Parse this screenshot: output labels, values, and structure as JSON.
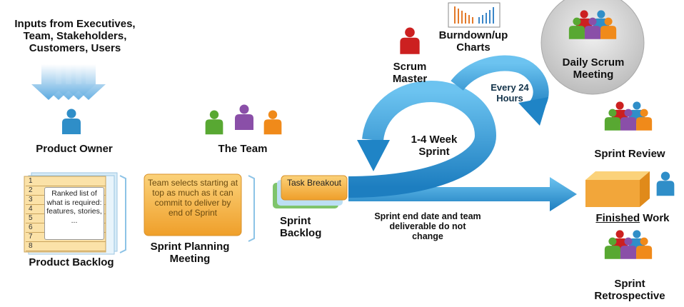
{
  "inputs_label": "Inputs from Executives, Team, Stakeholders, Customers, Users",
  "product_owner": "Product Owner",
  "team": "The Team",
  "scrum_master": "Scrum Master",
  "burndown": "Burndown/up Charts",
  "daily_scrum": "Daily Scrum Meeting",
  "every_24": "Every 24 Hours",
  "sprint_cycle": "1-4 Week Sprint",
  "product_backlog": {
    "title": "Product Backlog",
    "rows": [
      "1",
      "2",
      "3",
      "4",
      "5",
      "6",
      "7",
      "8"
    ],
    "note": "Ranked list of what is required: features, stories, ..."
  },
  "sprint_planning": {
    "note": "Team selects starting at top as much as it can commit to deliver by end of Sprint",
    "title": "Sprint Planning Meeting"
  },
  "task_breakout": "Task Breakout",
  "sprint_backlog": "Sprint Backlog",
  "sprint_end_note": "Sprint end date and team deliverable do not change",
  "sprint_review": "Sprint Review",
  "finished_work": {
    "underlined": "Finished",
    "rest": " Work"
  },
  "sprint_retrospective": "Sprint Retrospective",
  "colors": {
    "arrow_blue": "#2a8fd0",
    "person_blue": "#2f8ec8",
    "person_red": "#cc2020",
    "person_green": "#58a832",
    "person_purple": "#8a4fa8",
    "person_orange": "#f08a1a",
    "box_orange": "#f3b54a"
  }
}
